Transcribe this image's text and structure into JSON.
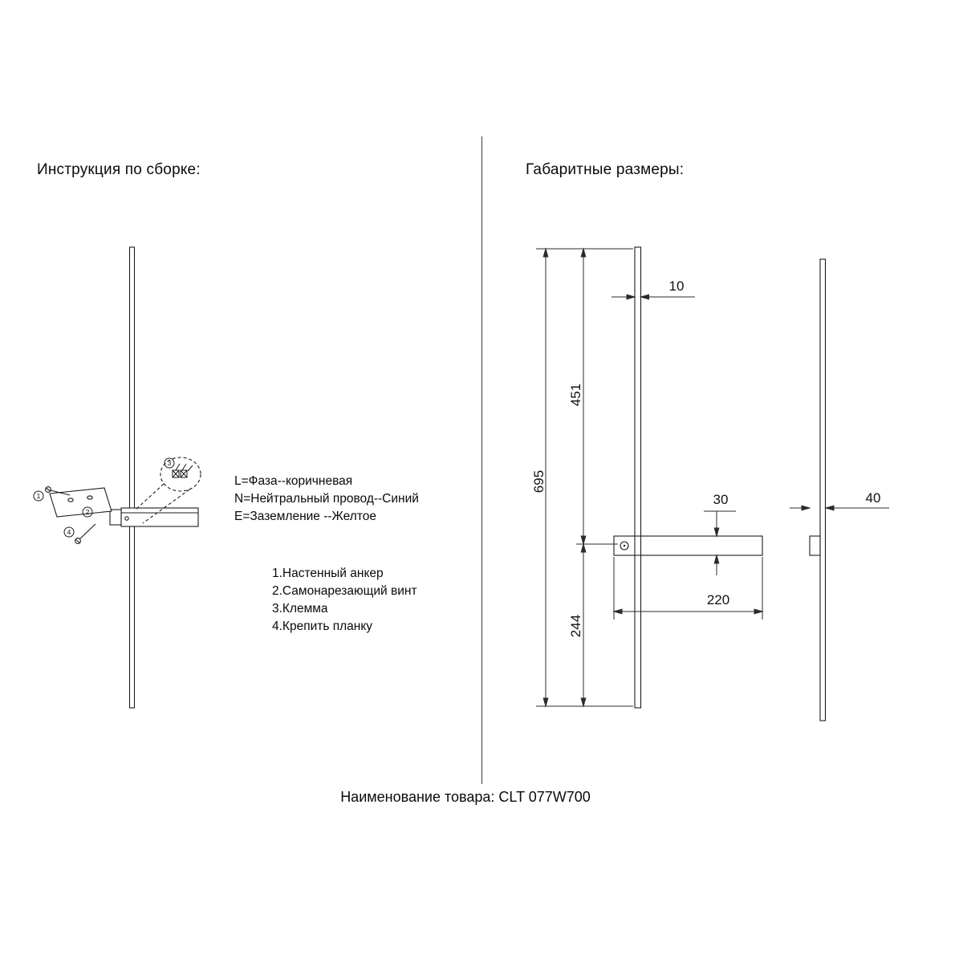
{
  "page": {
    "assembly_title": "Инструкция по сборке:",
    "dimensions_title": "Габаритные размеры:",
    "product_label": "Наименование товара: CLT 077W700"
  },
  "assembly": {
    "wiring_lines": [
      "L=Фаза--коричневая",
      "N=Нейтральный провод--Синий",
      "E=Заземление --Желтое"
    ],
    "steps": [
      "1.Настенный анкер",
      "2.Самонарезающий винт",
      "3.Клемма",
      "4.Крепить планку"
    ],
    "callouts": [
      "1",
      "2",
      "3",
      "4"
    ]
  },
  "dimensions": {
    "rod_width": "10",
    "upper_length": "451",
    "total_length": "695",
    "lower_length": "244",
    "bracket_height": "30",
    "bracket_width": "220",
    "depth": "40"
  }
}
